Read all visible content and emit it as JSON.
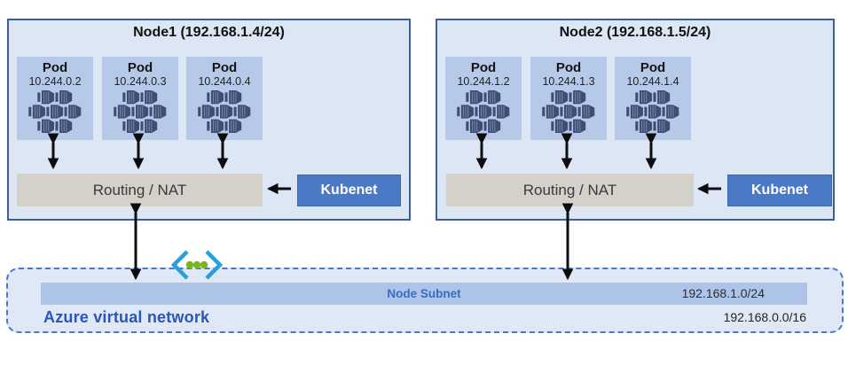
{
  "nodes": [
    {
      "title": "Node1 (192.168.1.4/24)",
      "pods": [
        {
          "label": "Pod",
          "ip": "10.244.0.2"
        },
        {
          "label": "Pod",
          "ip": "10.244.0.3"
        },
        {
          "label": "Pod",
          "ip": "10.244.0.4"
        }
      ],
      "routing_label": "Routing / NAT",
      "kubenet_label": "Kubenet"
    },
    {
      "title": "Node2 (192.168.1.5/24)",
      "pods": [
        {
          "label": "Pod",
          "ip": "10.244.1.2"
        },
        {
          "label": "Pod",
          "ip": "10.244.1.3"
        },
        {
          "label": "Pod",
          "ip": "10.244.1.4"
        }
      ],
      "routing_label": "Routing / NAT",
      "kubenet_label": "Kubenet"
    }
  ],
  "vnet": {
    "label": "Azure virtual network",
    "cidr": "192.168.0.0/16",
    "subnet": {
      "label": "Node Subnet",
      "cidr": "192.168.1.0/24"
    }
  },
  "icons": {
    "pod_icon": "container-group-icon",
    "vnet_icon": "azure-virtual-network-icon"
  },
  "colors": {
    "node_fill": "#dce6f4",
    "node_border": "#3a5f9e",
    "pod_fill": "#b7c9e8",
    "pod_icon": "#3f4d74",
    "pod_icon_stripe": "#7b87ac",
    "routing_fill": "#d4d1cb",
    "routing_text": "#3a3a3a",
    "kubenet_fill": "#4a7ac6",
    "kubenet_border": "#3c69b3",
    "vnet_fill": "#dfe8f6",
    "vnet_border": "#4a78c8",
    "subnet_fill": "#adc4e8",
    "subnet_text": "#3a6dc2",
    "vnet_label": "#2d55b8",
    "icon_bracket": "#2aa0d8",
    "icon_dot": "#7ab51d",
    "arrow": "#0d0d0d"
  }
}
